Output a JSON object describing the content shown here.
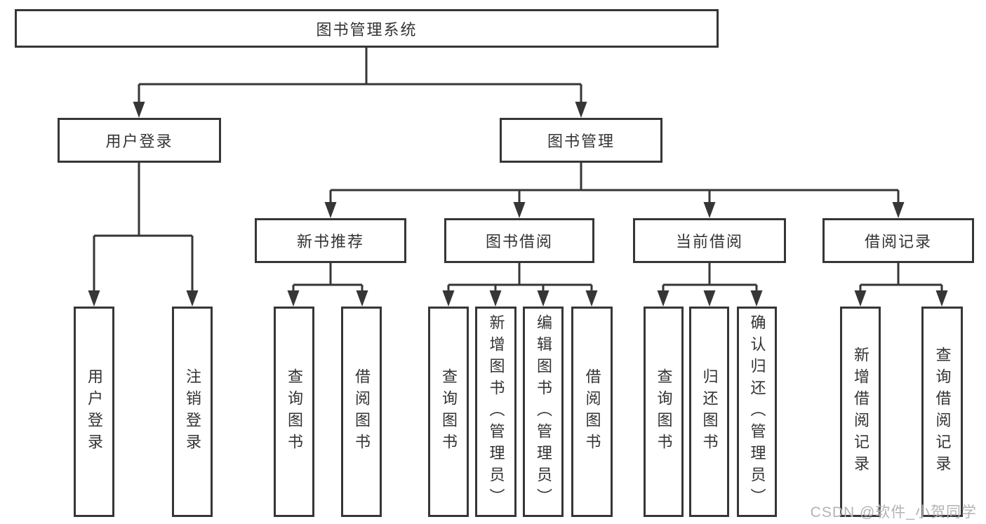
{
  "colors": {
    "line": "#363636",
    "text": "#333333",
    "watermark": "#b3b3b3",
    "background": "#ffffff"
  },
  "watermark": {
    "text": "CSDN @软件_小贺同学"
  },
  "tree": {
    "label": "图书管理系统",
    "children": [
      {
        "label": "用户登录",
        "children": [
          {
            "label": "用户登录"
          },
          {
            "label": "注销登录"
          }
        ]
      },
      {
        "label": "图书管理",
        "children": [
          {
            "label": "新书推荐",
            "children": [
              {
                "label": "查询图书"
              },
              {
                "label": "借阅图书"
              }
            ]
          },
          {
            "label": "图书借阅",
            "children": [
              {
                "label": "查询图书"
              },
              {
                "label": "新增图书（管理员）"
              },
              {
                "label": "编辑图书（管理员）"
              },
              {
                "label": "借阅图书"
              }
            ]
          },
          {
            "label": "当前借阅",
            "children": [
              {
                "label": "查询图书"
              },
              {
                "label": "归还图书"
              },
              {
                "label": "确认归还（管理员）"
              }
            ]
          },
          {
            "label": "借阅记录",
            "children": [
              {
                "label": "新增借阅记录"
              },
              {
                "label": "查询借阅记录"
              }
            ]
          }
        ]
      }
    ]
  }
}
